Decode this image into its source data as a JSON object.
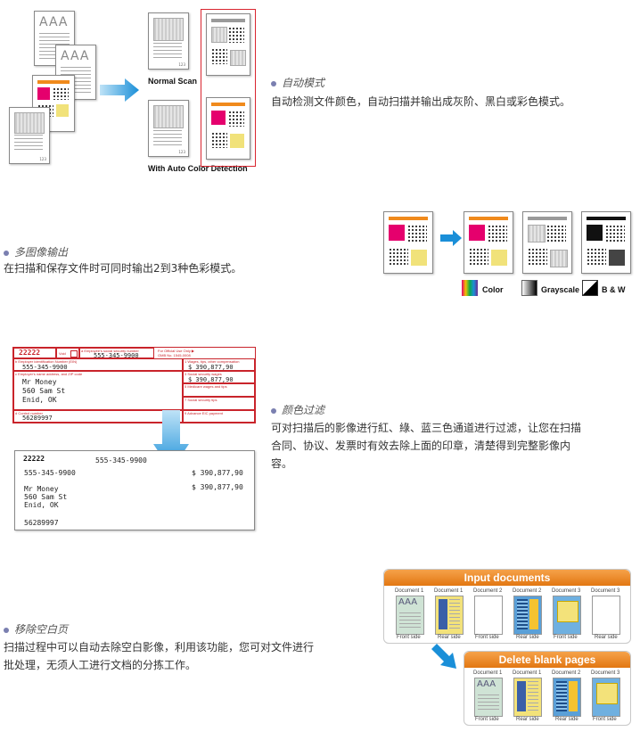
{
  "section1": {
    "sample_text": "AAA",
    "page_number": "123",
    "normal_scan_label": "Normal Scan",
    "auto_color_label": "With Auto Color Detection",
    "heading": "自动模式",
    "description": "自动检测文件颜色，自动扫描并输出成灰阶、黑白或彩色模式。"
  },
  "section2": {
    "heading": "多图像输出",
    "description": "在扫描和保存文件时可同时输出2到3种色彩模式。",
    "legend": {
      "color": "Color",
      "grayscale": "Grayscale",
      "bw": "B & W"
    }
  },
  "section3": {
    "heading": "颜色过滤",
    "description_line1": "可对扫描后的影像进行紅、綠、蓝三色通道进行过滤，让您在扫描",
    "description_line2": "合同、协议、发票时有效去除上面的印章，清楚得到完整影像内",
    "description_line3": "容。",
    "form": {
      "code": "22222",
      "void_label": "Void",
      "ssn_label": "a Employee's social security number",
      "ssn": "555-345-9900",
      "official_label": "For Official Use Only ▶",
      "omb": "OMB No. 1545-0008",
      "ein_label": "b Employer identification Number (EIN)",
      "ein": "555-345-9900",
      "wages_label": "1 Wages, tips, other compensation",
      "wages": "$ 390,877,90",
      "name_label": "c Employer's name address, and ZIP code",
      "ss_wages_label": "3 Social security wages",
      "ss_wages": "$ 390,877,90",
      "medicare_label": "5 Medicare wages and tips",
      "ss_tips_label": "7 Social security tips",
      "control_label": "d Control number",
      "control": "56289997",
      "eic_label": "9 Advance EIC payment",
      "name1": "Mr Money",
      "name2": "560 Sam St",
      "name3": "Enid, OK"
    },
    "filtered": {
      "code": "22222",
      "ssn": "555-345-9900",
      "ein": "555-345-9900",
      "wages1": "$ 390,877,90",
      "wages2": "$ 390,877,90",
      "name1": "Mr Money",
      "name2": "560 Sam St",
      "name3": "Enid, OK",
      "control": "56289997"
    }
  },
  "section4": {
    "heading": "移除空白页",
    "description_line1": "扫描过程中可以自动去除空白影像，利用该功能，您可对文件进行",
    "description_line2": "批处理，无须人工进行文档的分拣工作。",
    "input_title": "Input documents",
    "delete_title": "Delete blank pages",
    "input_docs": [
      {
        "name": "Document 1",
        "side": "Front side"
      },
      {
        "name": "Document 1",
        "side": "Rear side"
      },
      {
        "name": "Document 2",
        "side": "Front side"
      },
      {
        "name": "Document 2",
        "side": "Rear side"
      },
      {
        "name": "Document 3",
        "side": "Front side"
      },
      {
        "name": "Document 3",
        "side": "Rear side"
      }
    ],
    "output_docs": [
      {
        "name": "Document 1",
        "side": "Front side"
      },
      {
        "name": "Document 1",
        "side": "Rear side"
      },
      {
        "name": "Document 2",
        "side": "Rear side"
      },
      {
        "name": "Document 3",
        "side": "Front side"
      }
    ],
    "aaa": "AAA"
  },
  "colors": {
    "accent_red": "#c9242b",
    "arrow_blue": "#1a8fd8",
    "orange": "#f08a1c",
    "magenta": "#e5006d"
  }
}
